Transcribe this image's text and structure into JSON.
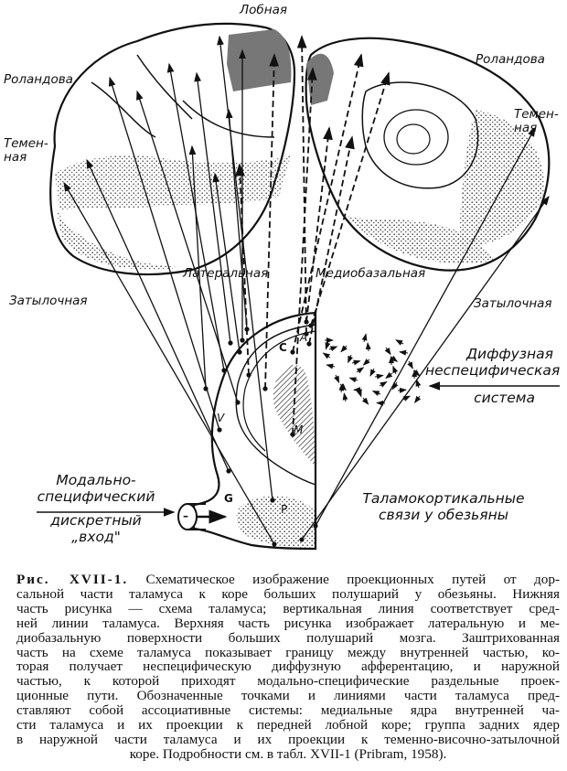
{
  "figure": {
    "labels": {
      "frontal": "Лобная",
      "rolandic_left": "Роландова",
      "rolandic_right": "Роландова",
      "parietal_left": [
        "Темен-",
        "ная"
      ],
      "parietal_right": [
        "Темен-",
        "ная"
      ],
      "occipital_left": "Затылочная",
      "occipital_right": "Затылочная",
      "lateral": "Латеральная",
      "mediobasal": "Медиобазальная",
      "diffuse_system": [
        "Диффузная",
        "неспецифическая",
        "система"
      ],
      "specific_input": [
        "Модально-",
        "специфический",
        "дискретный",
        "„вход\""
      ],
      "title": [
        "Таламокортикальные",
        "связи у обезьяны"
      ],
      "nuclei": {
        "C": "C",
        "A": "A",
        "V": "V",
        "M": "M",
        "G": "G",
        "P": "P",
        "tube": "–"
      }
    }
  },
  "caption": {
    "figure_number": "Рис. XVII-1.",
    "lines": [
      "Схематическое изображение проекционных путей от дор-",
      "сальной части таламуса к коре больших полушарий у обезьяны. Нижняя",
      "часть рисунка — схема таламуса; вертикальная линия соответствует сред-",
      "ней линии таламуса. Верхняя часть рисунка изображает латеральную и ме-",
      "диобазальную поверхности больших полушарий мозга. Заштрихованная",
      "часть на схеме таламуса показывает границу между внутренней частью, ко-",
      "торая получает неспецифическую диффузную афферентацию, и наружной",
      "частью, к которой приходят модально-специфические раздельные проек-",
      "ционные пути. Обозначенные точками и линиями части таламуса пред-",
      "ставляют собой ассоциативные системы: медиальные ядра внутренней ча-",
      "сти таламуса и их проекции к передней лобной коре; группа задних ядер",
      "в наружной части таламуса и их проекции к теменно-височно-затылочной",
      "коре. Подробности см. в табл. XVII-1 (Pribram, 1958)."
    ]
  }
}
